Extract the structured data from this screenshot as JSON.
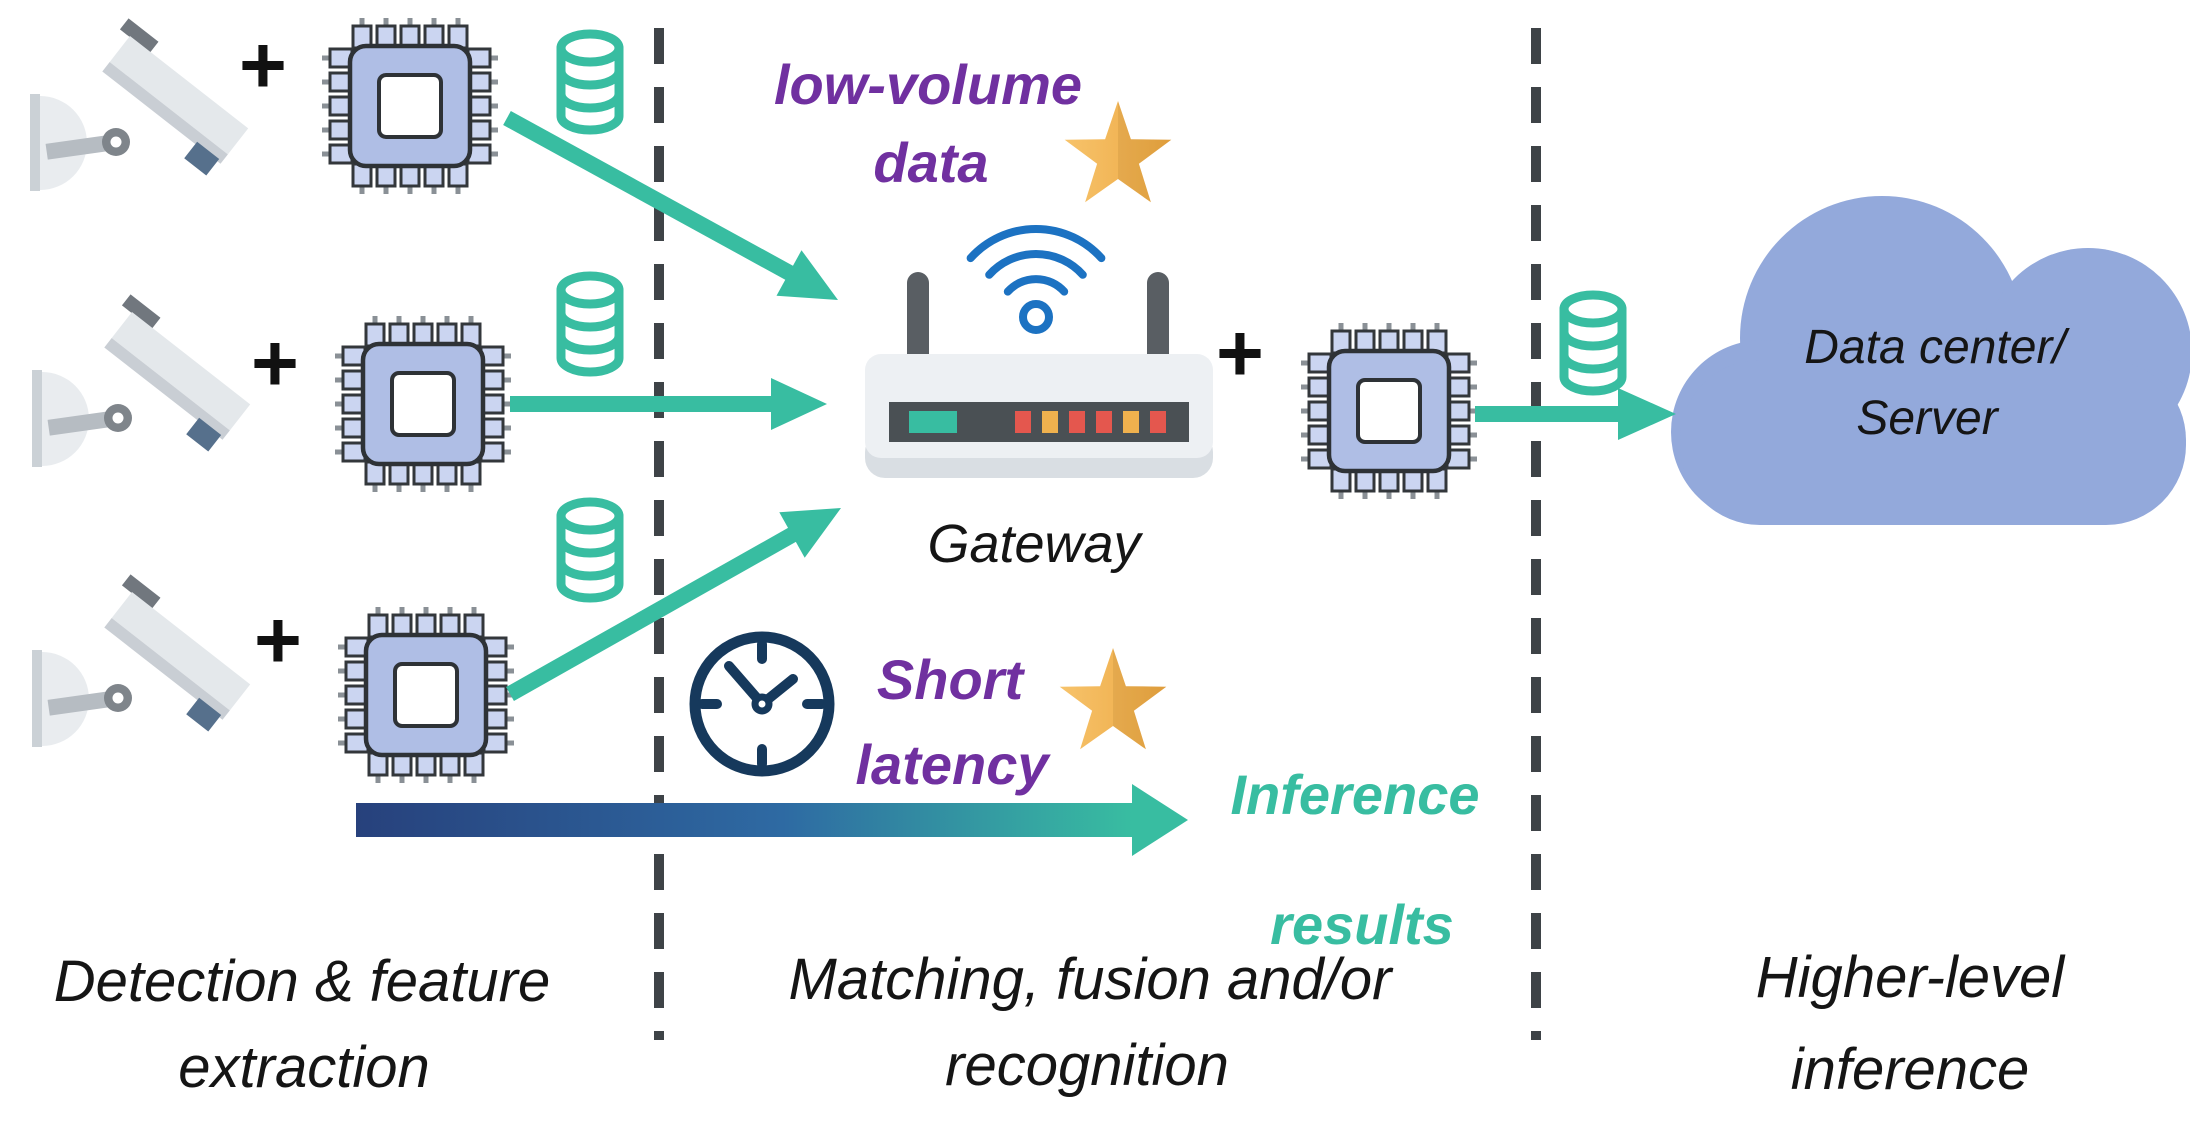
{
  "colors": {
    "accent_teal": "#38BDA1",
    "purple_text": "#7030A0",
    "black_text": "#151515",
    "dash_gray": "#3E4347",
    "chip_fill": "#AFBEE5",
    "chip_pad": "#CBD5F1",
    "cloud_fill": "#93A9DB",
    "star_gold_light": "#F7C36B",
    "star_gold_dark": "#ECA843",
    "wifi_blue": "#1C72C2",
    "clock_navy": "#16395C",
    "led_red": "#E4574E",
    "led_amber": "#EFB14E",
    "gradient_arrow_start": "#27417C",
    "gradient_arrow_mid": "#2E6AA3",
    "gradient_arrow_end": "#38BDA1"
  },
  "plus_sign": "+",
  "stage_labels": [
    {
      "line1": "Detection & feature",
      "line2": "extraction"
    },
    {
      "line1": "Matching, fusion and/or",
      "line2": "recognition"
    },
    {
      "line1": "Higher-level",
      "line2": "inference"
    }
  ],
  "gateway": {
    "label": "Gateway"
  },
  "cloud": {
    "line1": "Data center/",
    "line2": "Server"
  },
  "notes": {
    "low_volume": {
      "line1": "low-volume",
      "line2": "data"
    },
    "short_latency": {
      "line1": "Short",
      "line2": "latency"
    },
    "inference_results": {
      "line1": "Inference",
      "line2": "results"
    }
  },
  "icons": {
    "camera": "cctv-camera-icon",
    "chip": "processor-chip-icon",
    "database": "database-icon",
    "router": "gateway-router-icon",
    "wifi": "wifi-icon",
    "star": "star-icon",
    "clock": "clock-icon",
    "cloud_shape": "cloud-icon",
    "flow_arrow": "arrow-icon"
  }
}
